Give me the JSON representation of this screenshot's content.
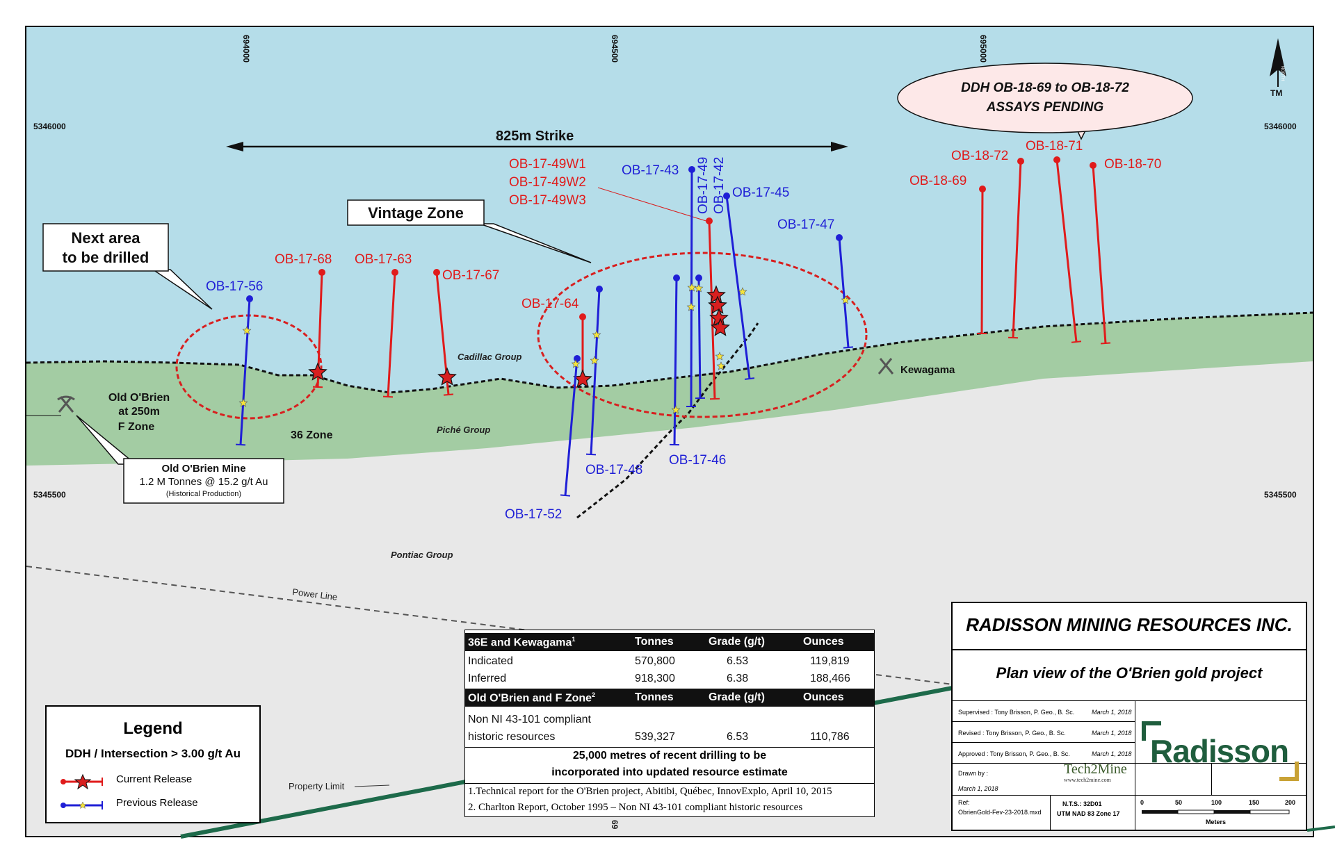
{
  "coordinates": {
    "eastings": [
      "694000",
      "694500",
      "695000",
      "69"
    ],
    "northings_left": [
      "5346000",
      "5345500"
    ],
    "northings_right": [
      "5346000",
      "5345500"
    ]
  },
  "north_arrow": {
    "top": "NORTH",
    "bottom": "TM"
  },
  "callouts": {
    "pending": [
      "DDH OB-18-69 to OB-18-72",
      "ASSAYS PENDING"
    ],
    "next_area": [
      "Next area",
      "to be drilled"
    ],
    "vintage_zone": "Vintage Zone",
    "strike": "825m Strike"
  },
  "geology": {
    "cadillac": "Cadillac Group",
    "piche": "Piché Group",
    "pontiac": "Pontiac Group",
    "zone36": "36 Zone",
    "power_line": "Power Line",
    "property_limit": "Property Limit",
    "kewagama": "Kewagama",
    "old_obrien": [
      "Old O'Brien",
      "at 250m",
      "F Zone"
    ]
  },
  "mine_box": {
    "title": "Old O'Brien Mine",
    "line2": "1.2 M Tonnes @ 15.2 g/t Au",
    "line3": "(Historical Production)"
  },
  "holes": {
    "red": [
      "OB-17-68",
      "OB-17-63",
      "OB-17-67",
      "OB-17-64",
      "OB-17-49W1",
      "OB-17-49W2",
      "OB-17-49W3",
      "OB-18-72",
      "OB-18-71",
      "OB-18-70",
      "OB-18-69"
    ],
    "blue": [
      "OB-17-56",
      "OB-17-43",
      "OB-17-49",
      "OB-17-42",
      "OB-17-45",
      "OB-17-47",
      "OB-17-48",
      "OB-17-46",
      "OB-17-52"
    ]
  },
  "legend": {
    "title": "Legend",
    "subtitle": "DDH / Intersection > 3.00 g/t Au",
    "current": "Current Release",
    "previous": "Previous Release"
  },
  "resources": {
    "header1": [
      "36E and Kewagama",
      "1",
      "Tonnes",
      "Grade (g/t)",
      "Ounces"
    ],
    "rows1": [
      [
        "Indicated",
        "570,800",
        "6.53",
        "119,819"
      ],
      [
        "Inferred",
        "918,300",
        "6.38",
        "188,466"
      ]
    ],
    "header2": [
      "Old O'Brien and F Zone",
      "2",
      "Tonnes",
      "Grade (g/t)",
      "Ounces"
    ],
    "rows2": [
      [
        "Non NI 43-101 compliant",
        "",
        "",
        ""
      ],
      [
        "historic resources",
        "539,327",
        "6.53",
        "110,786"
      ]
    ],
    "note": [
      "25,000 metres of recent drilling to be",
      "incorporated into updated resource estimate"
    ],
    "footnotes": [
      "1.Technical report for the O'Brien project, Abitibi, Québec, InnovExplo, April 10, 2015",
      "2. Charlton Report, October 1995 – Non NI 43-101 compliant historic resources"
    ]
  },
  "title_block": {
    "company": "RADISSON MINING RESOURCES INC.",
    "plan": "Plan view of the O'Brien gold project",
    "supervised": "Supervised : Tony Brisson, P. Geo., B. Sc.",
    "supervised_date": "March 1, 2018",
    "revised": "Revised : Tony Brisson, P. Geo., B. Sc.",
    "revised_date": "March 1, 2018",
    "approved": "Approved : Tony Brisson, P. Geo., B. Sc.",
    "approved_date": "March 1, 2018",
    "drawn_by": "Drawn by :",
    "drawn_date": "March 1, 2018",
    "tech2mine": "Tech2Mine",
    "tech2mine_url": "www.tech2mine.com",
    "logo": "Radisson",
    "ref_label": "Ref:",
    "ref_file": "ObrienGold-Fev-23-2018.mxd",
    "nts": "N.T.S.: 32D01",
    "utm": "UTM NAD 83 Zone 17",
    "scale_ticks": [
      "0",
      "50",
      "100",
      "150",
      "200"
    ],
    "scale_unit": "Meters"
  },
  "colors": {
    "water": "#b5dde9",
    "green": "#a3cca3",
    "ground": "#e8e8e8",
    "red": "#e01b1b",
    "blue": "#1f1fd6"
  }
}
